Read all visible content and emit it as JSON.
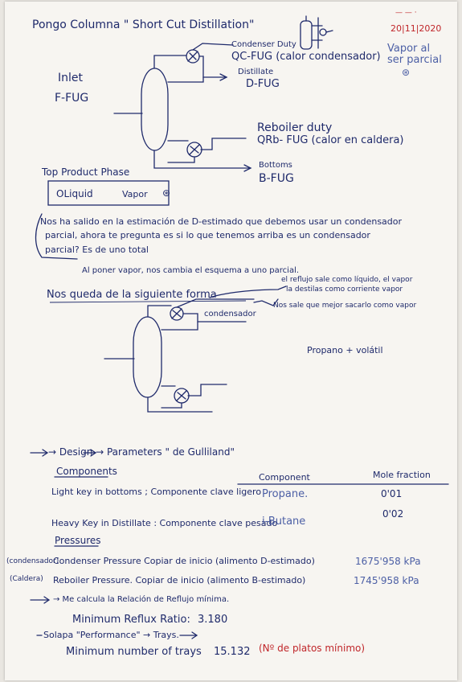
{
  "header": {
    "title": "Pongo Columna \" Short Cut Distillation\"",
    "date": "20|11|2020",
    "top_red": "— — ·",
    "vapor_note": "Vapor al ser parcial",
    "vapor_mark": "⊛"
  },
  "diagram1": {
    "inlet": "Inlet",
    "inlet_stream": "F-FUG",
    "condenser_duty_label": "Condenser Duty",
    "condenser_duty_value": "QC-FUG (calor condensador)",
    "distillate_label": "Distillate",
    "distillate_value": "D-FUG",
    "reboiler_duty_label": "Reboiler duty",
    "reboiler_duty_value": "QRb- FUG (calor en caldera)",
    "bottoms_label": "Bottoms",
    "bottoms_value": "B-FUG",
    "top_product_phase_label": "Top Product Phase",
    "option_liquid": "OLiquid",
    "option_vapor": "Vapor",
    "option_mark": "⊛"
  },
  "notes": {
    "line1": "Nos ha salido en la estimación de D-estimado que debemos usar un condensador",
    "line2": "parcial, ahora te pregunta es si lo que tenemos arriba es un condensador",
    "line3": "parcial? Es de uno total",
    "line4": "Al poner vapor, nos cambia el esquema a uno parcial.",
    "line5": "Nos queda de la siguiente forma",
    "annot1a": "el reflujo sale como líquido, el vapor",
    "annot1b": "la destilas como corriente vapor",
    "annot2": "Nos sale que mejor sacarlo como vapor",
    "condenser_label": "condensador",
    "propane_note": "Propano + volátil"
  },
  "design": {
    "heading": "→ Design → Parameters \" de Gulliland\"",
    "components_heading": "Components",
    "col_component": "Component",
    "col_mole_fraction": "Mole fraction",
    "light_key_label": "Light key in bottoms ; Componente clave ligero",
    "light_key_component": "Propane.",
    "light_key_fraction": "0'01",
    "heavy_key_label": "Heavy Key in Distillate : Componente clave pesado",
    "heavy_key_component": "i-Butane",
    "heavy_key_fraction": "0'02",
    "pressures_heading": "Pressures",
    "cond_side": "(condensador)",
    "cond_label": "Condenser Pressure Copiar de inicio (alimento D-estimado)",
    "cond_value": "1675'958 kPa",
    "reb_side": "(Caldera)",
    "reb_label": "Reboiler Pressure. Copiar de inicio (alimento B-estimado)",
    "reb_value": "1745'958 kPa",
    "calc_note": "→ Me calcula la Relación de Reflujo mínima.",
    "min_reflux_label": "Minimum Reflux Ratio:",
    "min_reflux_value": "3.180",
    "tab_note": "Solapa \"Performance\" → Trays.",
    "min_trays_label": "Minimum number of trays",
    "min_trays_value": "15.132",
    "min_trays_note": "(Nº de platos mínimo)"
  }
}
